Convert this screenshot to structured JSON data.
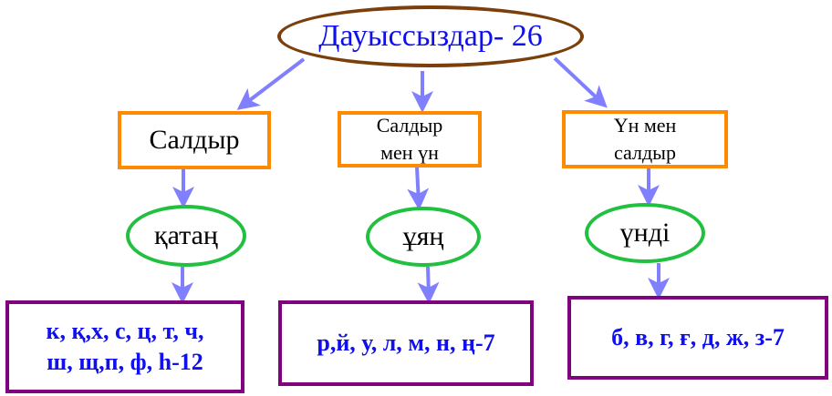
{
  "diagram": {
    "root": {
      "label": "Дауыссыздар- 26"
    },
    "branches": [
      {
        "category_lines": [
          "Салдыр"
        ],
        "type": "қатаң",
        "letters_lines": [
          "к, қ,х, с, ц, т, ч,",
          "ш, щ,п, ф, һ-12"
        ]
      },
      {
        "category_lines": [
          "Салдыр",
          "мен үн"
        ],
        "type": "ұяң",
        "letters_lines": [
          "р,й, у, л, м, н, ң-7"
        ]
      },
      {
        "category_lines": [
          "Үн мен",
          "салдыр"
        ],
        "type": "үнді",
        "letters_lines": [
          "б, в, г, ғ, д, ж, з-7"
        ]
      }
    ]
  },
  "colors": {
    "root_border": "#7a3f0a",
    "root_text": "#1010ee",
    "category_border": "#ff8a00",
    "type_border": "#22c040",
    "letters_border": "#800080",
    "letters_text": "#1010ee",
    "arrow": "#8080ff"
  }
}
